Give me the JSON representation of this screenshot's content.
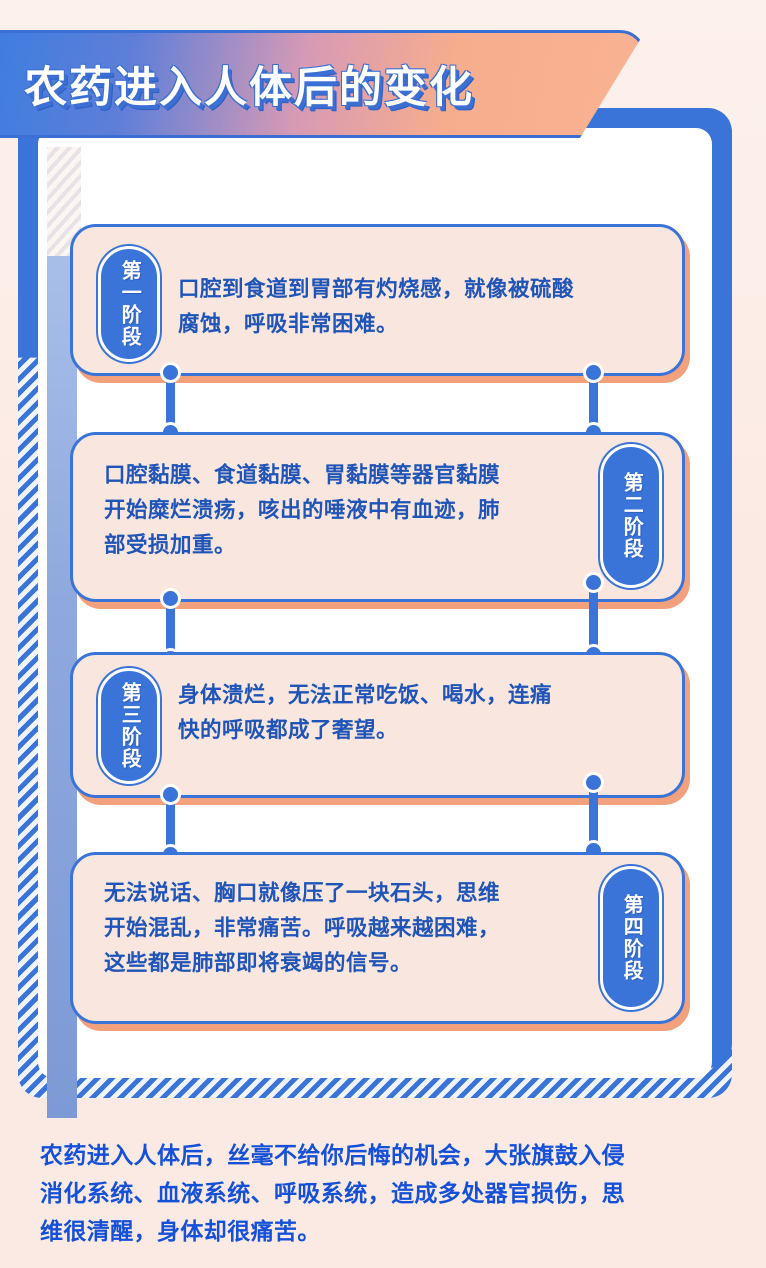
{
  "title": {
    "text": "农药进入人体后的变化"
  },
  "colors": {
    "brand_blue": "#3b74d8",
    "text_blue": "#1f54b8",
    "footer_blue": "#1450d8",
    "card_fill": "#f9e6de",
    "card_shadow_orange": "#f3a07c",
    "page_background": "#fbeee8",
    "banner_gradient_start": "#3d7de0",
    "banner_gradient_end": "#f9b292"
  },
  "stages": [
    {
      "badge": "第一阶段",
      "body": "口腔到食道到胃部有灼烧感，就像被硫酸\n腐蚀，呼吸非常困难。",
      "badge_side": "left"
    },
    {
      "badge": "第二阶段",
      "body": "口腔黏膜、食道黏膜、胃黏膜等器官黏膜\n开始糜烂溃疡，咳出的唾液中有血迹，肺\n部受损加重。",
      "badge_side": "right"
    },
    {
      "badge": "第三阶段",
      "body": "身体溃烂，无法正常吃饭、喝水，连痛\n快的呼吸都成了奢望。",
      "badge_side": "left"
    },
    {
      "badge": "第四阶段",
      "body": "无法说话、胸口就像压了一块石头，思维\n开始混乱，非常痛苦。呼吸越来越困难，\n这些都是肺部即将衰竭的信号。",
      "badge_side": "right"
    }
  ],
  "footer": {
    "text": "农药进入人体后，丝毫不给你后悔的机会，大张旗鼓入侵\n消化系统、血液系统、呼吸系统，造成多处器官损伤，思\n维很清醒，身体却很痛苦。"
  }
}
